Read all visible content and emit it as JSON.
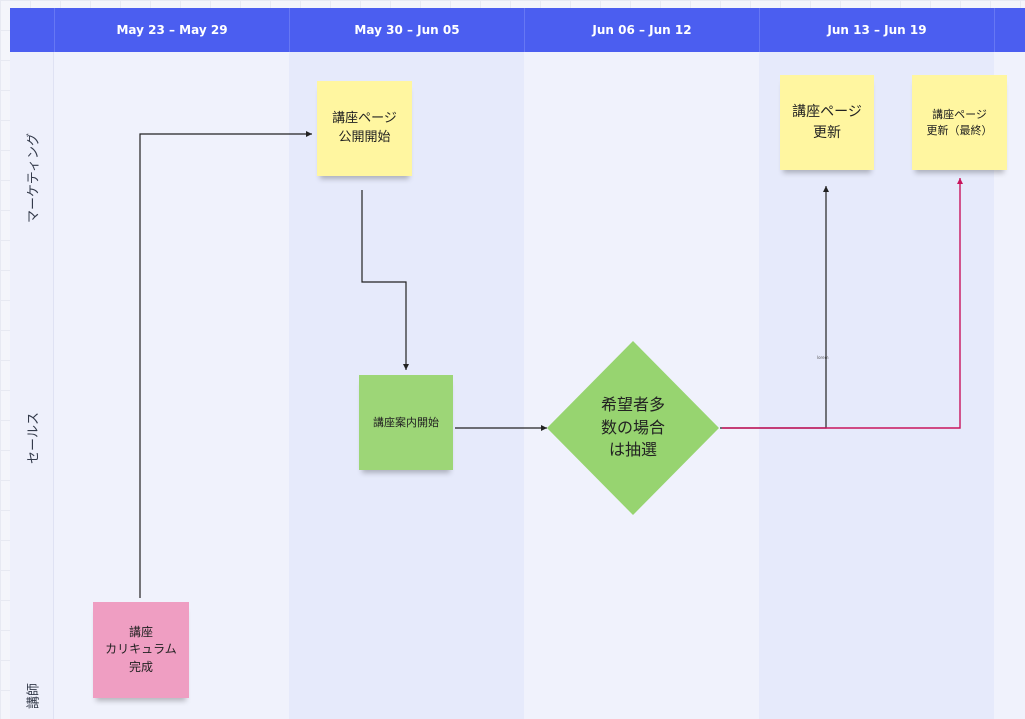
{
  "header": {
    "columns": [
      "May 23 – May 29",
      "May 30 – Jun 05",
      "Jun 06 – Jun 12",
      "Jun 13 – Jun 19"
    ]
  },
  "lanes": [
    "マーケティング",
    "セールス",
    "講師"
  ],
  "notes": {
    "curriculum": "講座\nカリキュラム\n完成",
    "page_launch": "講座ページ\n公開開始",
    "sales_start": "講座案内開始",
    "page_update": "講座ページ\n更新",
    "page_update_final": "講座ページ\n更新（最終）"
  },
  "decision": {
    "label": "希望者多\n数の場合\nは抽選",
    "connector_label": "lorem"
  },
  "colors": {
    "header": "#4b5ef0",
    "sticky_yellow": "#fff6a0",
    "sticky_green": "#97d470",
    "sticky_pink": "#ef9ec2",
    "connector_dark": "#222222",
    "connector_magenta": "#c8145c"
  }
}
